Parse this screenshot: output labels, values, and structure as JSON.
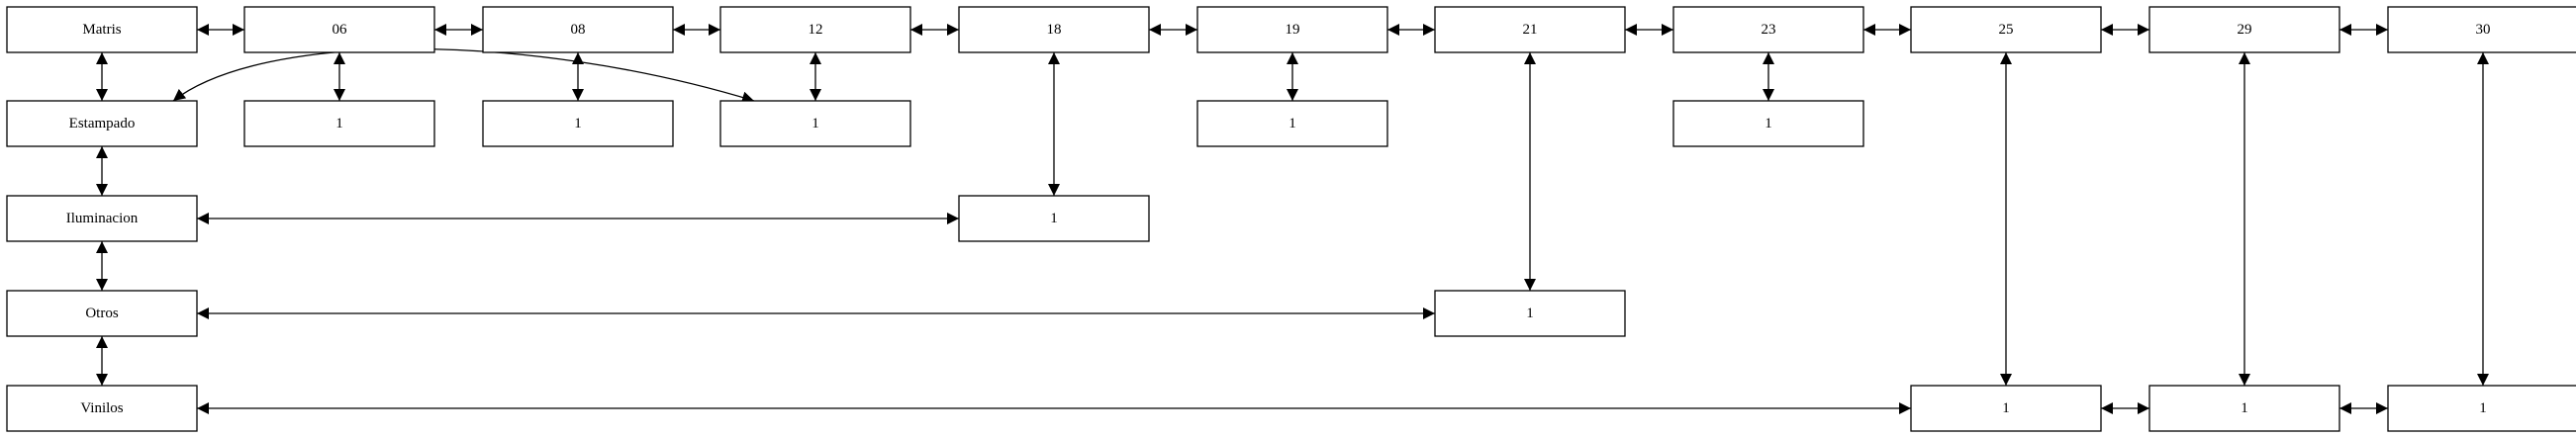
{
  "diagram": {
    "nodes": [
      {
        "id": "matris",
        "label": "Matris"
      },
      {
        "id": "c06",
        "label": "06"
      },
      {
        "id": "c08",
        "label": "08"
      },
      {
        "id": "c12",
        "label": "12"
      },
      {
        "id": "c18",
        "label": "18"
      },
      {
        "id": "c19",
        "label": "19"
      },
      {
        "id": "c21",
        "label": "21"
      },
      {
        "id": "c23",
        "label": "23"
      },
      {
        "id": "c25",
        "label": "25"
      },
      {
        "id": "c29",
        "label": "29"
      },
      {
        "id": "c30",
        "label": "30"
      },
      {
        "id": "estampado",
        "label": "Estampado"
      },
      {
        "id": "iluminacion",
        "label": "Iluminacion"
      },
      {
        "id": "otros",
        "label": "Otros"
      },
      {
        "id": "vinilos",
        "label": "Vinilos"
      },
      {
        "id": "v06",
        "label": "1"
      },
      {
        "id": "v08",
        "label": "1"
      },
      {
        "id": "v12",
        "label": "1"
      },
      {
        "id": "v19",
        "label": "1"
      },
      {
        "id": "v23",
        "label": "1"
      },
      {
        "id": "v18",
        "label": "1"
      },
      {
        "id": "v21",
        "label": "1"
      },
      {
        "id": "v25",
        "label": "1"
      },
      {
        "id": "v29",
        "label": "1"
      },
      {
        "id": "v30",
        "label": "1"
      }
    ],
    "edges": [
      {
        "from": "matris",
        "to": "c06"
      },
      {
        "from": "c06",
        "to": "c08"
      },
      {
        "from": "c08",
        "to": "c12"
      },
      {
        "from": "c12",
        "to": "c18"
      },
      {
        "from": "c18",
        "to": "c19"
      },
      {
        "from": "c19",
        "to": "c21"
      },
      {
        "from": "c21",
        "to": "c23"
      },
      {
        "from": "c23",
        "to": "c25"
      },
      {
        "from": "c25",
        "to": "c29"
      },
      {
        "from": "c29",
        "to": "c30"
      },
      {
        "from": "matris",
        "to": "estampado"
      },
      {
        "from": "estampado",
        "to": "iluminacion"
      },
      {
        "from": "iluminacion",
        "to": "otros"
      },
      {
        "from": "otros",
        "to": "vinilos"
      },
      {
        "from": "c06",
        "to": "v06"
      },
      {
        "from": "c08",
        "to": "v08"
      },
      {
        "from": "c12",
        "to": "v12"
      },
      {
        "from": "c19",
        "to": "v19"
      },
      {
        "from": "c23",
        "to": "v23"
      },
      {
        "from": "c18",
        "to": "v18"
      },
      {
        "from": "c21",
        "to": "v21"
      },
      {
        "from": "c25",
        "to": "v25"
      },
      {
        "from": "c29",
        "to": "v29"
      },
      {
        "from": "c30",
        "to": "v30"
      },
      {
        "from": "estampado",
        "to": "v12"
      },
      {
        "from": "iluminacion",
        "to": "v18"
      },
      {
        "from": "otros",
        "to": "v21"
      },
      {
        "from": "vinilos",
        "to": "v25"
      },
      {
        "from": "v25",
        "to": "v29"
      },
      {
        "from": "v29",
        "to": "v30"
      }
    ]
  }
}
